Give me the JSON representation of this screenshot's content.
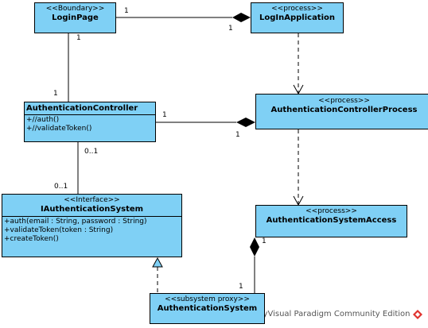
{
  "colors": {
    "class_fill": "#7fd0f5",
    "line": "#000000",
    "watermark": "#555555",
    "logo": "#e0322e"
  },
  "classes": {
    "login_page": {
      "stereotype": "<<Boundary>>",
      "name": "LoginPage"
    },
    "login_application": {
      "stereotype": "<<process>>",
      "name": "LogInApplication"
    },
    "authentication_controller": {
      "name": "AuthenticationController",
      "operations": [
        "+//auth()",
        "+//validateToken()"
      ]
    },
    "authentication_controller_process": {
      "stereotype": "<<process>>",
      "name": "AuthenticationControllerProcess"
    },
    "iauthentication_system": {
      "stereotype": "<<Interface>>",
      "name": "IAuthenticationSystem",
      "operations": [
        "+auth(email : String, password : String)",
        "+validateToken(token : String)",
        "+createToken()"
      ]
    },
    "authentication_system_access": {
      "stereotype": "<<process>>",
      "name": "AuthenticationSystemAccess"
    },
    "authentication_system": {
      "stereotype": "<<subsystem proxy>>",
      "name": "AuthenticationSystem"
    }
  },
  "multiplicities": {
    "loginpage_to_app_left": "1",
    "loginpage_to_app_right": "1",
    "loginpage_to_controller_top": "1",
    "loginpage_to_controller_bottom": "1",
    "controller_to_process_left": "1",
    "controller_to_process_right": "1",
    "controller_to_interface_top": "0..1",
    "controller_to_interface_bottom": "0..1",
    "access_to_system_top": "1",
    "access_to_system_bottom": "1"
  },
  "watermark": {
    "text": "Powered ByVisual Paradigm Community Edition",
    "logo_icon": "visual-paradigm-logo-icon"
  }
}
